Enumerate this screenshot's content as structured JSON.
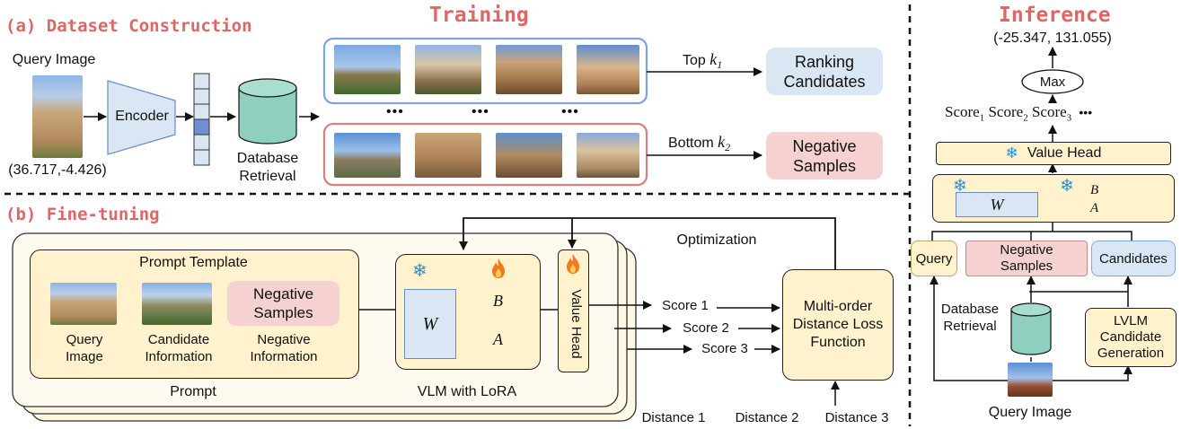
{
  "titles": {
    "dataset": "(a) Dataset Construction",
    "training": "Training",
    "inference": "Inference",
    "finetuning": "(b) Fine-tuning"
  },
  "dataset": {
    "query_image": "Query Image",
    "query_coords": "(36.717,-4.426)",
    "encoder": "Encoder",
    "database_retrieval": "Database Retrieval",
    "ellipsis": "•••",
    "top_k": "Top",
    "top_k_var": "k",
    "top_k_sub": "1",
    "bottom_k": "Bottom",
    "bottom_k_var": "k",
    "bottom_k_sub": "2",
    "ranking_candidates": "Ranking Candidates",
    "negative_samples": "Negative Samples"
  },
  "finetuning": {
    "prompt_template": "Prompt Template",
    "query_image": "Query Image",
    "candidate_information": "Candidate Information",
    "negative_samples": "Negative Samples",
    "negative_information": "Negative Information",
    "prompt": "Prompt",
    "w": "W",
    "b": "B",
    "a": "A",
    "value_head": "Value Head",
    "vlm_with_lora": "VLM with LoRA",
    "optimization": "Optimization",
    "score1": "Score 1",
    "score2": "Score 2",
    "score3": "Score 3",
    "loss": "Multi-order Distance Loss Function",
    "distance1": "Distance 1",
    "distance2": "Distance 2",
    "distance3": "Distance 3"
  },
  "inference": {
    "output_coords": "(-25.347, 131.055)",
    "max": "Max",
    "score_word": "Score",
    "score1_sub": "1",
    "score2_sub": "2",
    "score3_sub": "3",
    "score_ellipsis": "•••",
    "value_head": "Value Head",
    "w": "W",
    "b": "B",
    "a": "A",
    "query": "Query",
    "negative_samples": "Negative Samples",
    "candidates": "Candidates",
    "database_retrieval": "Database Retrieval",
    "lvlm_generation": "LVLM Candidate Generation",
    "query_image": "Query Image"
  },
  "icons": {
    "snowflake": "snowflake-icon",
    "fire": "fire-icon",
    "database": "database-icon"
  },
  "colors": {
    "title_red": "#e06666",
    "blue_fill": "#dbe6f5",
    "pink_fill": "#f6d1d1",
    "yellow_fill": "#fff2cc",
    "frozen_blue": "#2a8fd8",
    "fire_orange": "#f07b1e",
    "lora_orange": "#f8c9a0"
  }
}
